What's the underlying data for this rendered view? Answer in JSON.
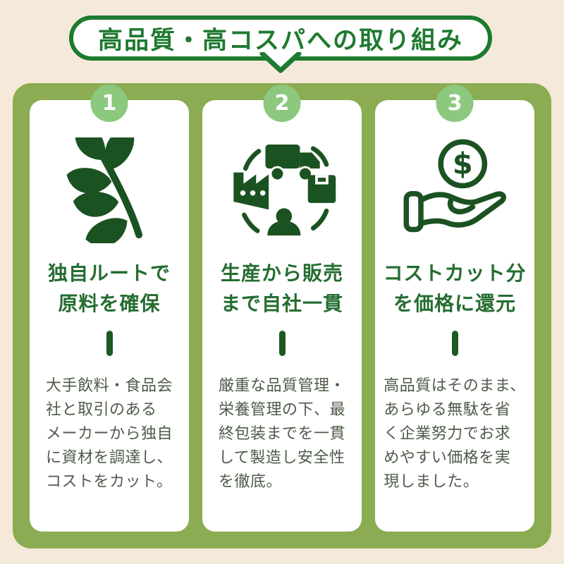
{
  "banner": {
    "title": "高品質・高コスパへの取り組み"
  },
  "colors": {
    "background": "#F5EADA",
    "banner_green": "#1E7A2F",
    "panel_olive": "#8BAC52",
    "badge_green": "#8CC87D",
    "icon_dark_green": "#1B5222",
    "heading_green": "#256D31",
    "body_text": "#4E5B4A",
    "card_white": "#FFFFFF"
  },
  "currency_symbol": "$",
  "cards": [
    {
      "number": "1",
      "icon": "leaf-branch-icon",
      "heading": "独自ルートで\n原料を確保",
      "body": "大手飲料・食品会\n社と取引のある\nメーカーから独自\nに資材を調達し、\nコストをカット。"
    },
    {
      "number": "2",
      "icon": "supply-chain-cycle-icon",
      "heading": "生産から販売\nまで自社一貫",
      "body": "厳重な品質管理・\n栄養管理の下、最\n終包装までを一貫\nして製造し安全性\nを徹底。"
    },
    {
      "number": "3",
      "icon": "hand-coin-icon",
      "heading": "コストカット分\nを価格に還元",
      "body": "高品質はそのまま、\nあらゆる無駄を省\nく企業努力でお求\nめやすい価格を実\n現しました。"
    }
  ]
}
